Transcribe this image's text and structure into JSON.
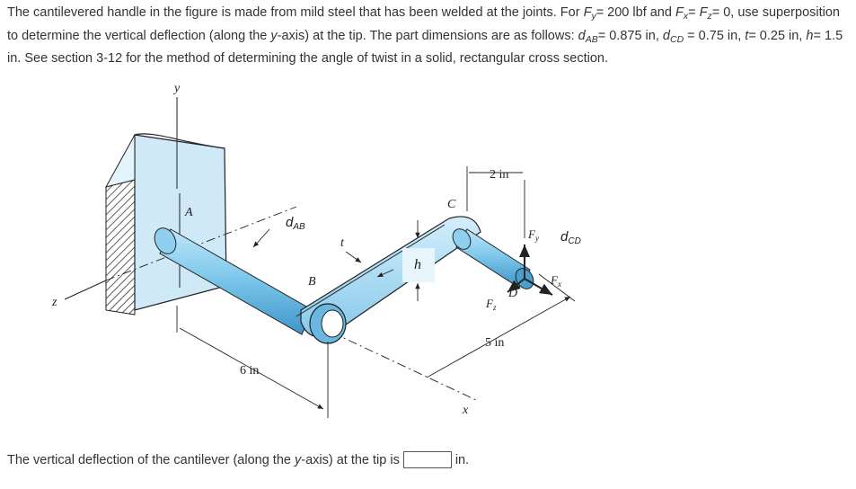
{
  "problem": {
    "p1": "The cantilevered handle in the figure is made from mild steel that has been welded at the joints. For ",
    "fy_sym": "F",
    "fy_sub": "y",
    "p2": "= 200 lbf and ",
    "fx_sym": "F",
    "fx_sub": "x",
    "p3": "= ",
    "fz_sym": "F",
    "fz_sub": "z",
    "p4": "= 0, use superposition to determine the vertical deflection (along the ",
    "yaxis": "y",
    "p5": "-axis) at the tip. The part dimensions are as follows: ",
    "dab_sym": "d",
    "dab_sub": "AB",
    "p6": "= 0.875 in, ",
    "dcd_sym": "d",
    "dcd_sub": "CD",
    "p7": " = 0.75 in, ",
    "t_sym": "t",
    "p8": "= 0.25 in, ",
    "h_sym": "h",
    "p9": "= 1.5 in. See section 3-12 for the method of determining the angle of twist in a solid, rectangular cross section."
  },
  "figure": {
    "label_y": "y",
    "label_z": "z",
    "label_x": "x",
    "label_A": "A",
    "label_B": "B",
    "label_C": "C",
    "label_D": "D",
    "label_t": "t",
    "label_h": "h",
    "label_dab_main": "d",
    "label_dab_sub": "AB",
    "label_dcd_main": "d",
    "label_dcd_sub": "CD",
    "label_fy_main": "F",
    "label_fy_sub": "y",
    "label_fx_main": "F",
    "label_fx_sub": "x",
    "label_fz_main": "F",
    "label_fz_sub": "z",
    "dim_2in": "2 in",
    "dim_5in": "5 in",
    "dim_6in": "6 in",
    "colors": {
      "bar": "#7fc8ec",
      "bar_dark": "#4a9fd0",
      "wall": "#cfe9f7",
      "ink": "#222222"
    }
  },
  "answer": {
    "prefix_1": "The vertical deflection of the cantilever (along the ",
    "prefix_axis": "y",
    "prefix_2": "-axis) at the tip is",
    "value": "",
    "unit": "in."
  }
}
